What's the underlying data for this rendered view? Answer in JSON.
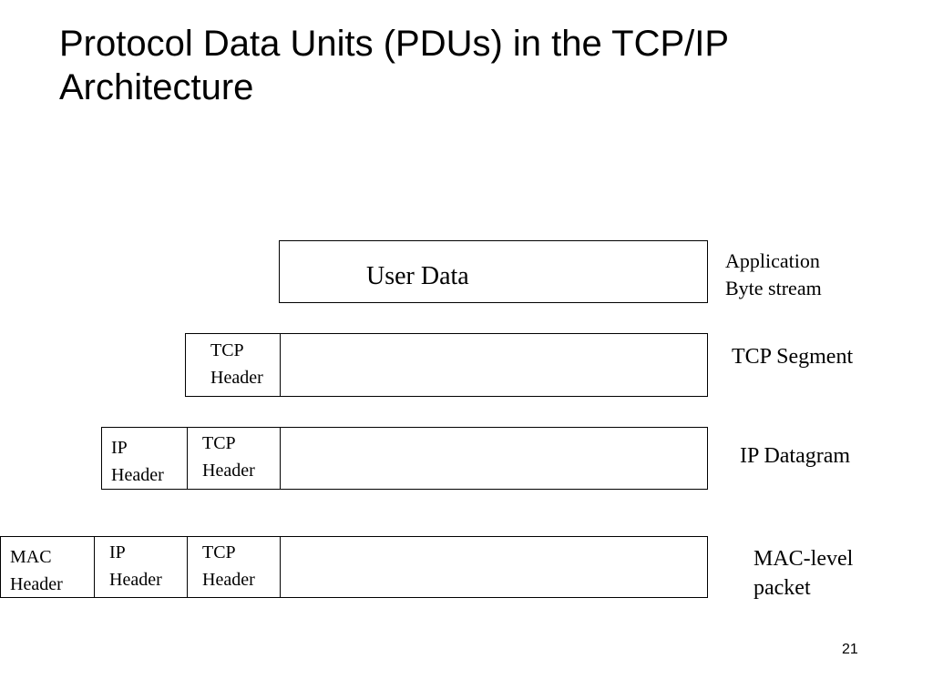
{
  "slide": {
    "title_line1": "Protocol Data Units (PDUs) in the TCP/IP",
    "title_line2": "Architecture",
    "page_number": "21"
  },
  "rows": {
    "application": {
      "content": "User Data",
      "label_line1": "Application",
      "label_line2": "Byte stream"
    },
    "tcp_segment": {
      "tcp_header_line1": "TCP",
      "tcp_header_line2": "Header",
      "label": "TCP Segment"
    },
    "ip_datagram": {
      "ip_header_line1": "IP",
      "ip_header_line2": "Header",
      "tcp_header_line1": "TCP",
      "tcp_header_line2": "Header",
      "label": "IP Datagram"
    },
    "mac_packet": {
      "mac_header_line1": "MAC",
      "mac_header_line2": "Header",
      "ip_header_line1": "IP",
      "ip_header_line2": "Header",
      "tcp_header_line1": "TCP",
      "tcp_header_line2": "Header",
      "label_line1": "MAC-level",
      "label_line2": "packet"
    }
  }
}
